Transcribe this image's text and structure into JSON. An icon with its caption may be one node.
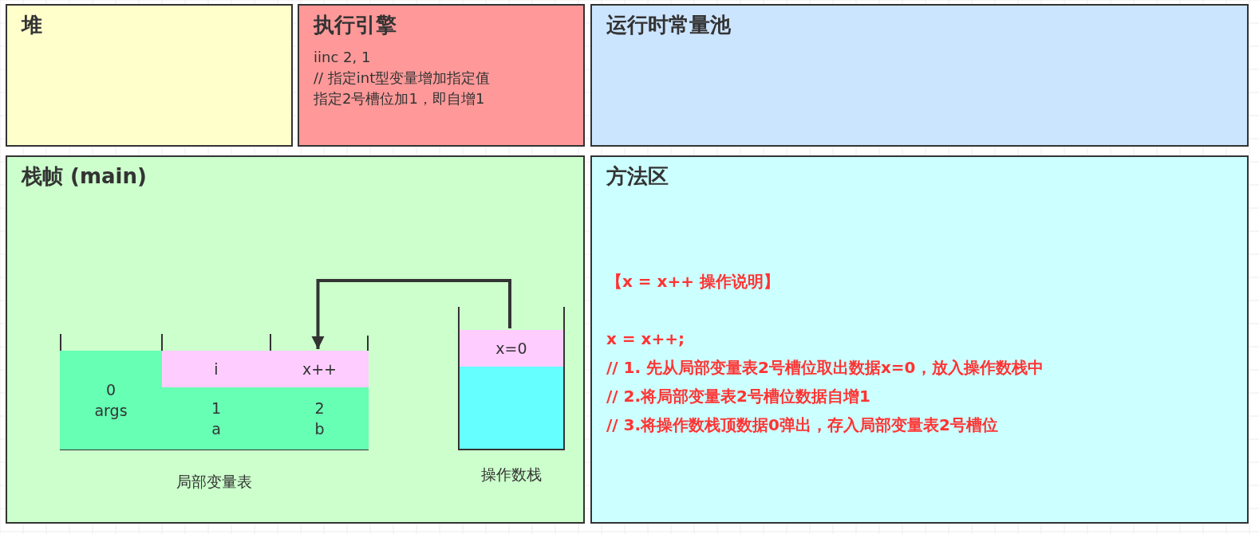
{
  "diagram": {
    "nodes": [
      {
        "text": [
          "堆"
        ]
      },
      {
        "text": [
          "执行引擎",
          "iinc 2, 1",
          "// 指定int型变量增加指定值",
          "指定2号槽位加1，即自增1"
        ]
      },
      {
        "text": [
          "运行时常量池"
        ]
      },
      {
        "text": [
          "栈帧 (main)"
        ]
      },
      {
        "text": [
          "局部变量表"
        ],
        "in": 3
      },
      {
        "text": [
          "0",
          "args"
        ],
        "in": 4
      },
      {
        "text": [
          "i"
        ],
        "in": 4
      },
      {
        "text": [
          "1",
          "a"
        ],
        "in": 4
      },
      {
        "text": [
          "x++"
        ],
        "in": 4
      },
      {
        "text": [
          "2",
          "b"
        ],
        "in": 4
      },
      {
        "text": [
          "操作数栈"
        ],
        "in": 3
      },
      {
        "text": [
          "x=0"
        ],
        "in": 10
      },
      {
        "text": [
          "方法区",
          "【x = x++ 操作说明】",
          "x = x++;",
          "// 1. 先从局部变量表2号槽位取出数据x=0，放入操作数栈中",
          "// 2.将局部变量表2号槽位数据自增1",
          "// 3.将操作数栈顶数据0弹出，存入局部变量表2号槽位"
        ]
      }
    ],
    "edges": [
      {
        "from": 11,
        "to": 8,
        "arrow": "to"
      }
    ]
  }
}
